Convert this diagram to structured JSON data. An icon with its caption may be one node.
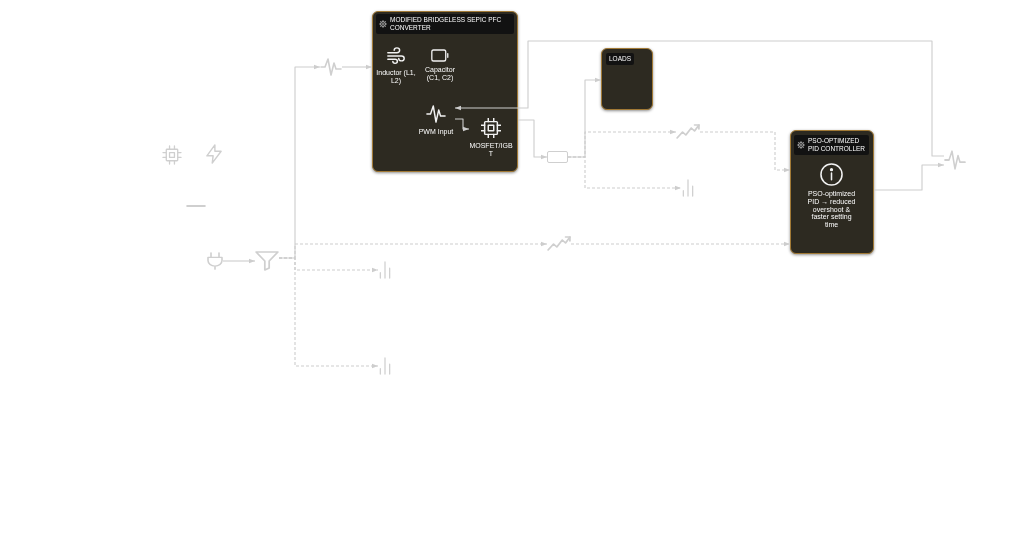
{
  "diagram": {
    "nodes": [
      {
        "text": [],
        "shape": "picture"
      },
      {
        "text": [],
        "shape": "picture"
      },
      {
        "text": [],
        "shape": "picture"
      },
      {
        "text": [
          "MODIFIED BRIDGELESS SEPIC PFC CONVERTER"
        ]
      },
      {
        "text": [
          "Inductor (L1, L2)"
        ],
        "in": 3
      },
      {
        "text": [
          "Capacitor (C1, C2)"
        ],
        "in": 3
      },
      {
        "text": [
          "PWM Input"
        ],
        "in": 3
      },
      {
        "text": [
          "MOSFET/IGBT"
        ],
        "in": 3
      },
      {
        "text": [
          "LOADS"
        ]
      },
      {
        "text": [],
        "shape": "box"
      },
      {
        "text": [],
        "shape": "picture"
      },
      {
        "text": [],
        "shape": "picture"
      },
      {
        "text": [],
        "shape": "picture"
      },
      {
        "text": [],
        "shape": "picture"
      },
      {
        "text": [],
        "shape": "picture"
      },
      {
        "text": [
          "PSO-OPTIMIZED PID CONTROLLER",
          "PSO-optimized PID → reduced overshoot & faster setting time"
        ]
      },
      {
        "text": [],
        "shape": "picture"
      }
    ],
    "edges": [
      {
        "from": 0,
        "to": 1,
        "arrow": "to"
      },
      {
        "from": 1,
        "to": 2,
        "arrow": "to"
      },
      {
        "from": 2,
        "to": 3,
        "arrow": "to"
      },
      {
        "from": 6,
        "to": 7,
        "arrow": "to"
      },
      {
        "from": 16,
        "to": 6,
        "arrow": "to"
      },
      {
        "from": 3,
        "to": 9,
        "arrow": "to"
      },
      {
        "from": 9,
        "to": 8,
        "arrow": "to"
      },
      {
        "from": 9,
        "to": 10,
        "arrow": "to",
        "style": "dashed"
      },
      {
        "from": 10,
        "to": 15,
        "arrow": "to",
        "style": "dashed"
      },
      {
        "from": 9,
        "to": 11,
        "arrow": "to",
        "style": "dashed"
      },
      {
        "from": 1,
        "to": 12,
        "arrow": "to",
        "style": "dashed"
      },
      {
        "from": 12,
        "to": 15,
        "arrow": "to",
        "style": "dashed"
      },
      {
        "from": 1,
        "to": 13,
        "arrow": "to",
        "style": "dashed"
      },
      {
        "from": 1,
        "to": 14,
        "arrow": "to",
        "style": "dashed"
      },
      {
        "from": 15,
        "to": 16,
        "arrow": "to"
      }
    ]
  }
}
